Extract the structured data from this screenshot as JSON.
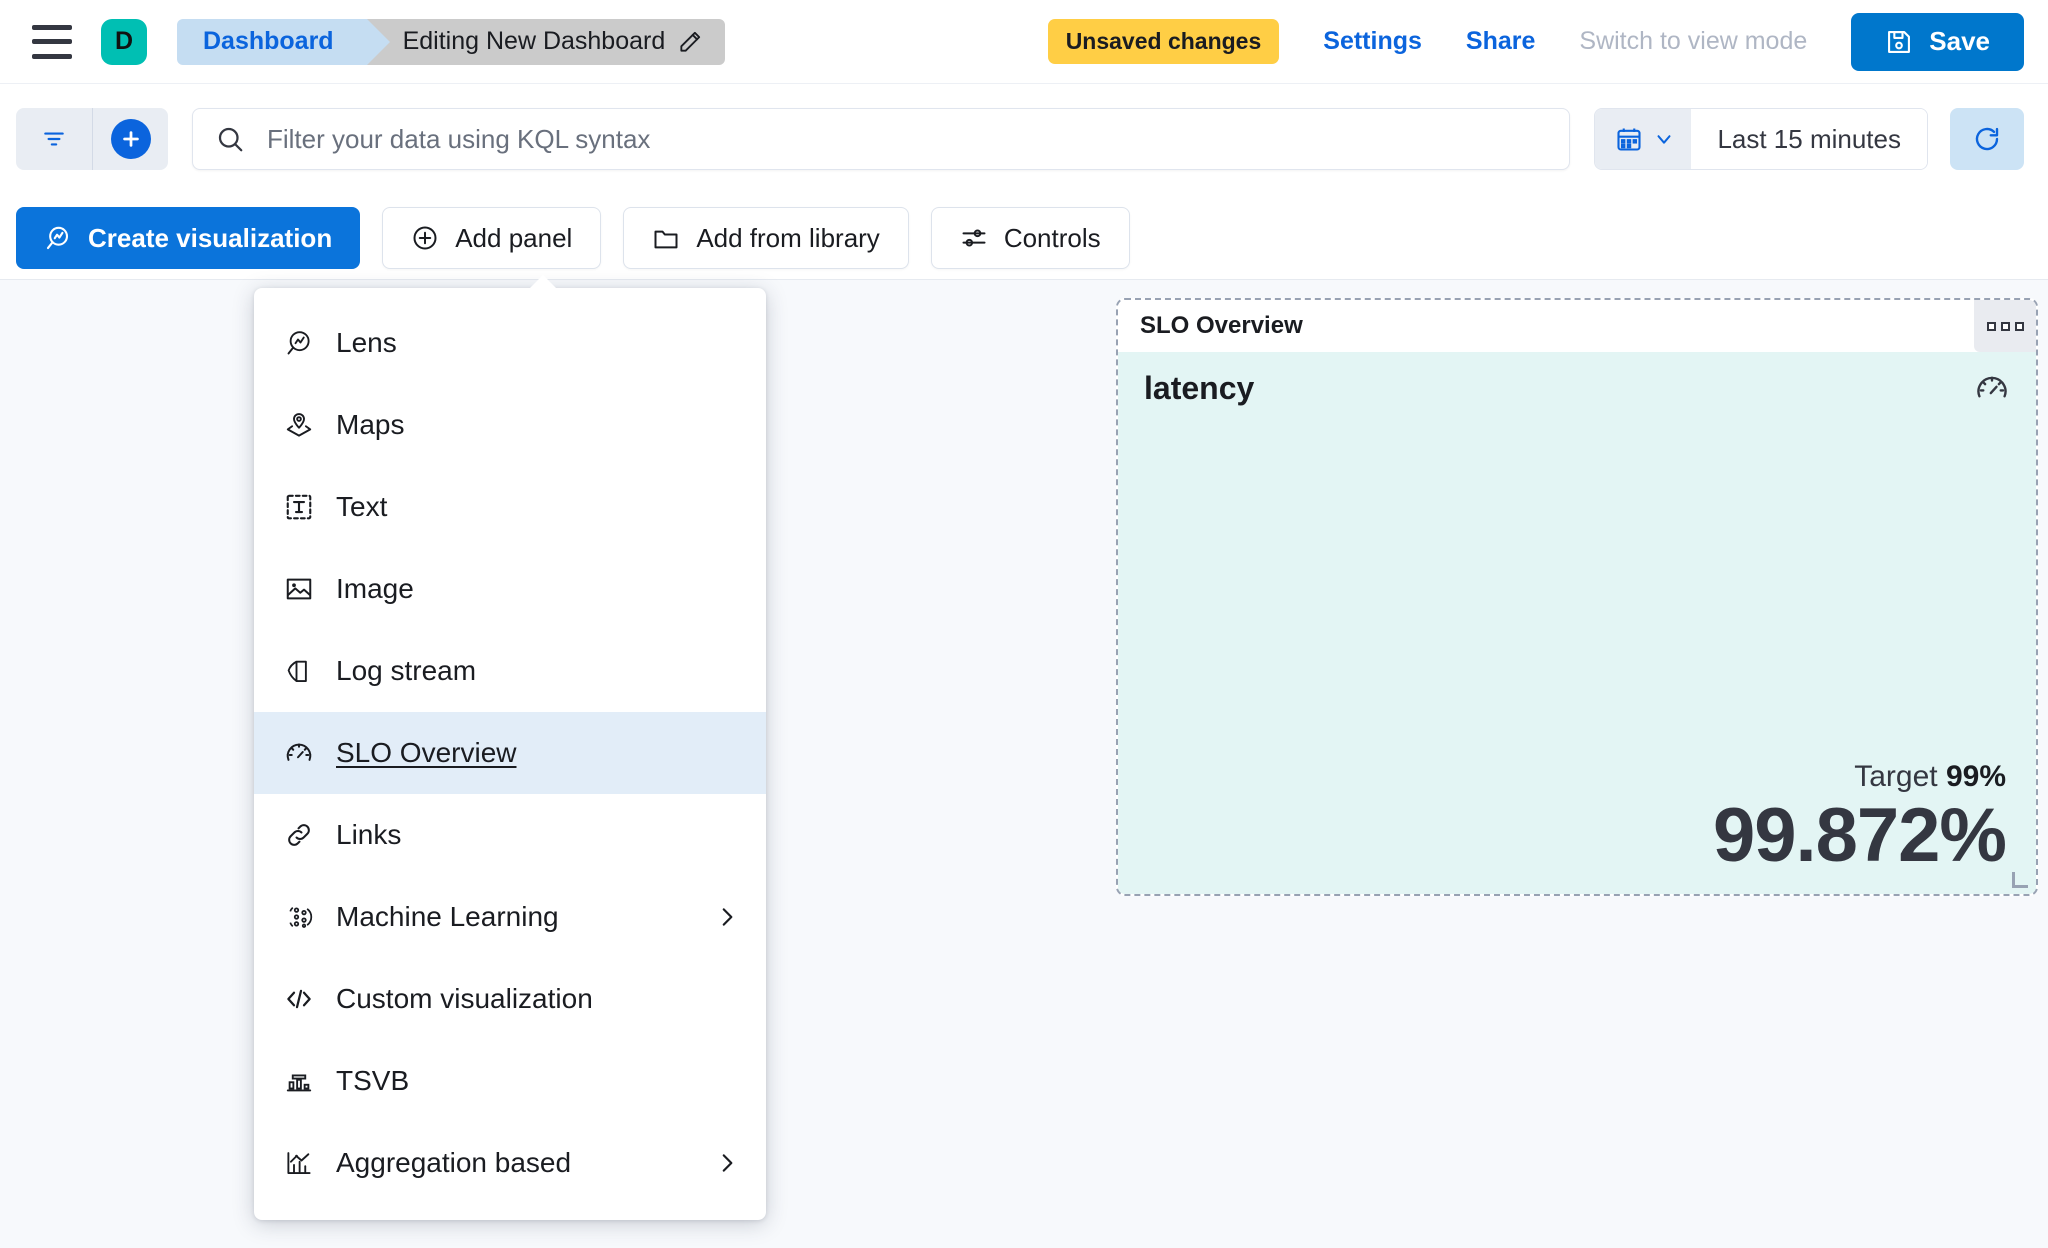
{
  "header": {
    "menu_icon": "hamburger-icon",
    "space_avatar_letter": "D",
    "space_avatar_color": "#00BFB3",
    "breadcrumbs": [
      {
        "label": "Dashboard",
        "active": false
      },
      {
        "label": "Editing New Dashboard",
        "active": true,
        "icon": "pencil-icon"
      }
    ],
    "unsaved_badge": "Unsaved changes",
    "settings_link": "Settings",
    "share_link": "Share",
    "switch_view_link": "Switch to view mode",
    "save_label": "Save",
    "save_icon": "save-disk-icon",
    "accent_blue": "#0B64DD",
    "save_button_color": "#0077CC",
    "unsaved_badge_color": "#FFCE45"
  },
  "query_bar": {
    "filter_icon": "filter-icon",
    "add_filter_icon": "plus-icon",
    "search_placeholder": "Filter your data using KQL syntax",
    "search_value": "",
    "search_icon": "search-icon",
    "date_icon": "calendar-icon",
    "date_chevron": "chevron-down-icon",
    "time_range": "Last 15 minutes",
    "refresh_icon": "refresh-icon"
  },
  "toolbar": {
    "buttons": [
      {
        "label": "Create visualization",
        "icon": "lens-icon",
        "primary": true
      },
      {
        "label": "Add panel",
        "icon": "plus-circle-icon",
        "primary": false
      },
      {
        "label": "Add from library",
        "icon": "folder-icon",
        "primary": false
      },
      {
        "label": "Controls",
        "icon": "controls-icon",
        "primary": false
      }
    ]
  },
  "add_panel_menu": {
    "items": [
      {
        "label": "Lens",
        "icon": "lens-icon",
        "selected": false,
        "submenu": false
      },
      {
        "label": "Maps",
        "icon": "map-pin-layers-icon",
        "selected": false,
        "submenu": false
      },
      {
        "label": "Text",
        "icon": "text-box-icon",
        "selected": false,
        "submenu": false
      },
      {
        "label": "Image",
        "icon": "image-icon",
        "selected": false,
        "submenu": false
      },
      {
        "label": "Log stream",
        "icon": "log-stream-icon",
        "selected": false,
        "submenu": false
      },
      {
        "label": "SLO Overview",
        "icon": "gauge-icon",
        "selected": true,
        "submenu": false
      },
      {
        "label": "Links",
        "icon": "link-icon",
        "selected": false,
        "submenu": false
      },
      {
        "label": "Machine Learning",
        "icon": "machine-learning-icon",
        "selected": false,
        "submenu": true
      },
      {
        "label": "Custom visualization",
        "icon": "code-icon",
        "selected": false,
        "submenu": false
      },
      {
        "label": "TSVB",
        "icon": "tsvb-icon",
        "selected": false,
        "submenu": false
      },
      {
        "label": "Aggregation based",
        "icon": "aggregation-icon",
        "selected": false,
        "submenu": true
      }
    ],
    "selected_highlight_color": "#E2EDF8"
  },
  "slo_panel": {
    "title": "SLO Overview",
    "context_menu_icon": "panel-context-menu-icon",
    "slo_name": "latency",
    "badge_icon": "gauge-icon",
    "target_prefix": "Target",
    "target_value": "99%",
    "sli_value": "99.872%",
    "background_color": "#E3F5F4",
    "border_style": "dashed"
  }
}
